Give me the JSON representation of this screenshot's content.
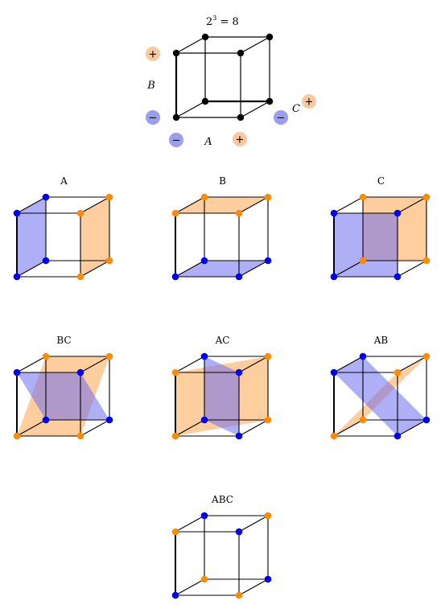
{
  "header": {
    "title_base": "2",
    "title_exp": "3",
    "title_rest": " = 8"
  },
  "factors": {
    "a": "A",
    "b": "B",
    "c": "C"
  },
  "signs": {
    "plus": "+",
    "minus": "−"
  },
  "colors": {
    "plus_fill": "#f8c9a0",
    "minus_fill": "#9b9ef0",
    "orange": "#ff8c00",
    "blue": "#0000ee",
    "black": "#000000",
    "orange_plane": "#ffa54f",
    "blue_plane": "#6e6ef0"
  },
  "effects": [
    {
      "label": "A",
      "plus": [
        "A"
      ],
      "minus_vertices": [
        "left"
      ]
    },
    {
      "label": "B",
      "plus": [
        "B"
      ],
      "minus_vertices": [
        "bottom"
      ]
    },
    {
      "label": "C",
      "plus": [
        "C"
      ],
      "minus_vertices": [
        "front"
      ]
    },
    {
      "label": "BC",
      "plus": [
        "B",
        "C"
      ],
      "minus_vertices": []
    },
    {
      "label": "AC",
      "plus": [
        "A",
        "C"
      ],
      "minus_vertices": []
    },
    {
      "label": "AB",
      "plus": [
        "A",
        "B"
      ],
      "minus_vertices": []
    },
    {
      "label": "ABC",
      "plus": [
        "A",
        "B",
        "C"
      ],
      "minus_vertices": []
    }
  ]
}
